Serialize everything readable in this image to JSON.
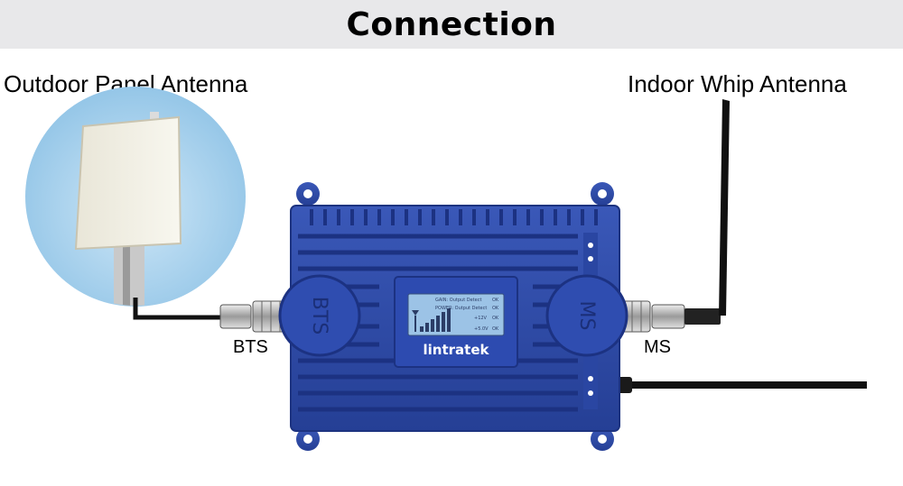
{
  "title": "Connection",
  "labels": {
    "outdoor_antenna": "Outdoor Panel Antenna",
    "indoor_antenna": "Indoor Whip Antenna",
    "bts_port": "BTS",
    "ms_port": "MS"
  },
  "device": {
    "brand": "lintratek",
    "left_knob_text": "BTS",
    "right_knob_text": "MS",
    "lcd_lines": [
      {
        "text": "GAIN: Output Detect",
        "status": "OK"
      },
      {
        "text": "POWER: Output Detect",
        "status": "OK"
      },
      {
        "text": "+12V",
        "status": "OK"
      },
      {
        "text": "+5.0V",
        "status": "OK"
      }
    ]
  },
  "colors": {
    "banner_bg": "#e8e8ea",
    "device_blue": "#2e4aa8",
    "lcd_bg": "#9cc3e6",
    "cable": "#111111"
  }
}
